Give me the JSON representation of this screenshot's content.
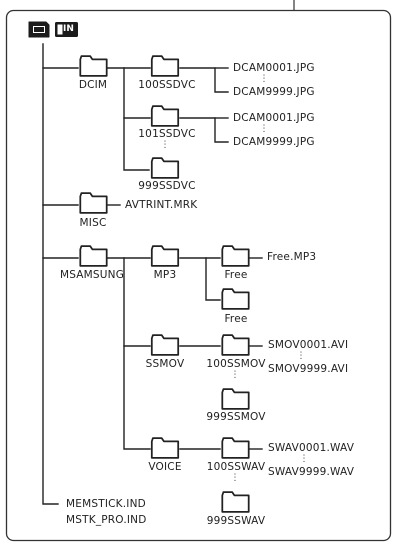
{
  "storage": {
    "card_icon": "memory-card-icon",
    "internal_icon": "internal-memory-icon",
    "internal_label": "IN"
  },
  "tree": {
    "dcim": "DCIM",
    "dcim_sub1": "100SSDVC",
    "dcim_sub2": "101SSDVC",
    "dcim_sub3": "999SSDVC",
    "jpg_first": "DCAM0001.JPG",
    "jpg_last": "DCAM9999.JPG",
    "misc": "MISC",
    "misc_file": "AVTRINT.MRK",
    "msamsung": "MSAMSUNG",
    "mp3": "MP3",
    "mp3_free_folder": "Free",
    "mp3_free_folder2": "Free",
    "mp3_file": "Free.MP3",
    "ssmov": "SSMOV",
    "ssmov_sub1": "100SSMOV",
    "ssmov_sub2": "999SSMOV",
    "avi_first": "SMOV0001.AVI",
    "avi_last": "SMOV9999.AVI",
    "voice": "VOICE",
    "voice_sub1": "100SSWAV",
    "voice_sub2": "999SSWAV",
    "wav_first": "SWAV0001.WAV",
    "wav_last": "SWAV9999.WAV",
    "memstick_file": "MEMSTICK.IND",
    "mstk_file": "MSTK_PRO.IND"
  },
  "ellipsis": "⋮"
}
